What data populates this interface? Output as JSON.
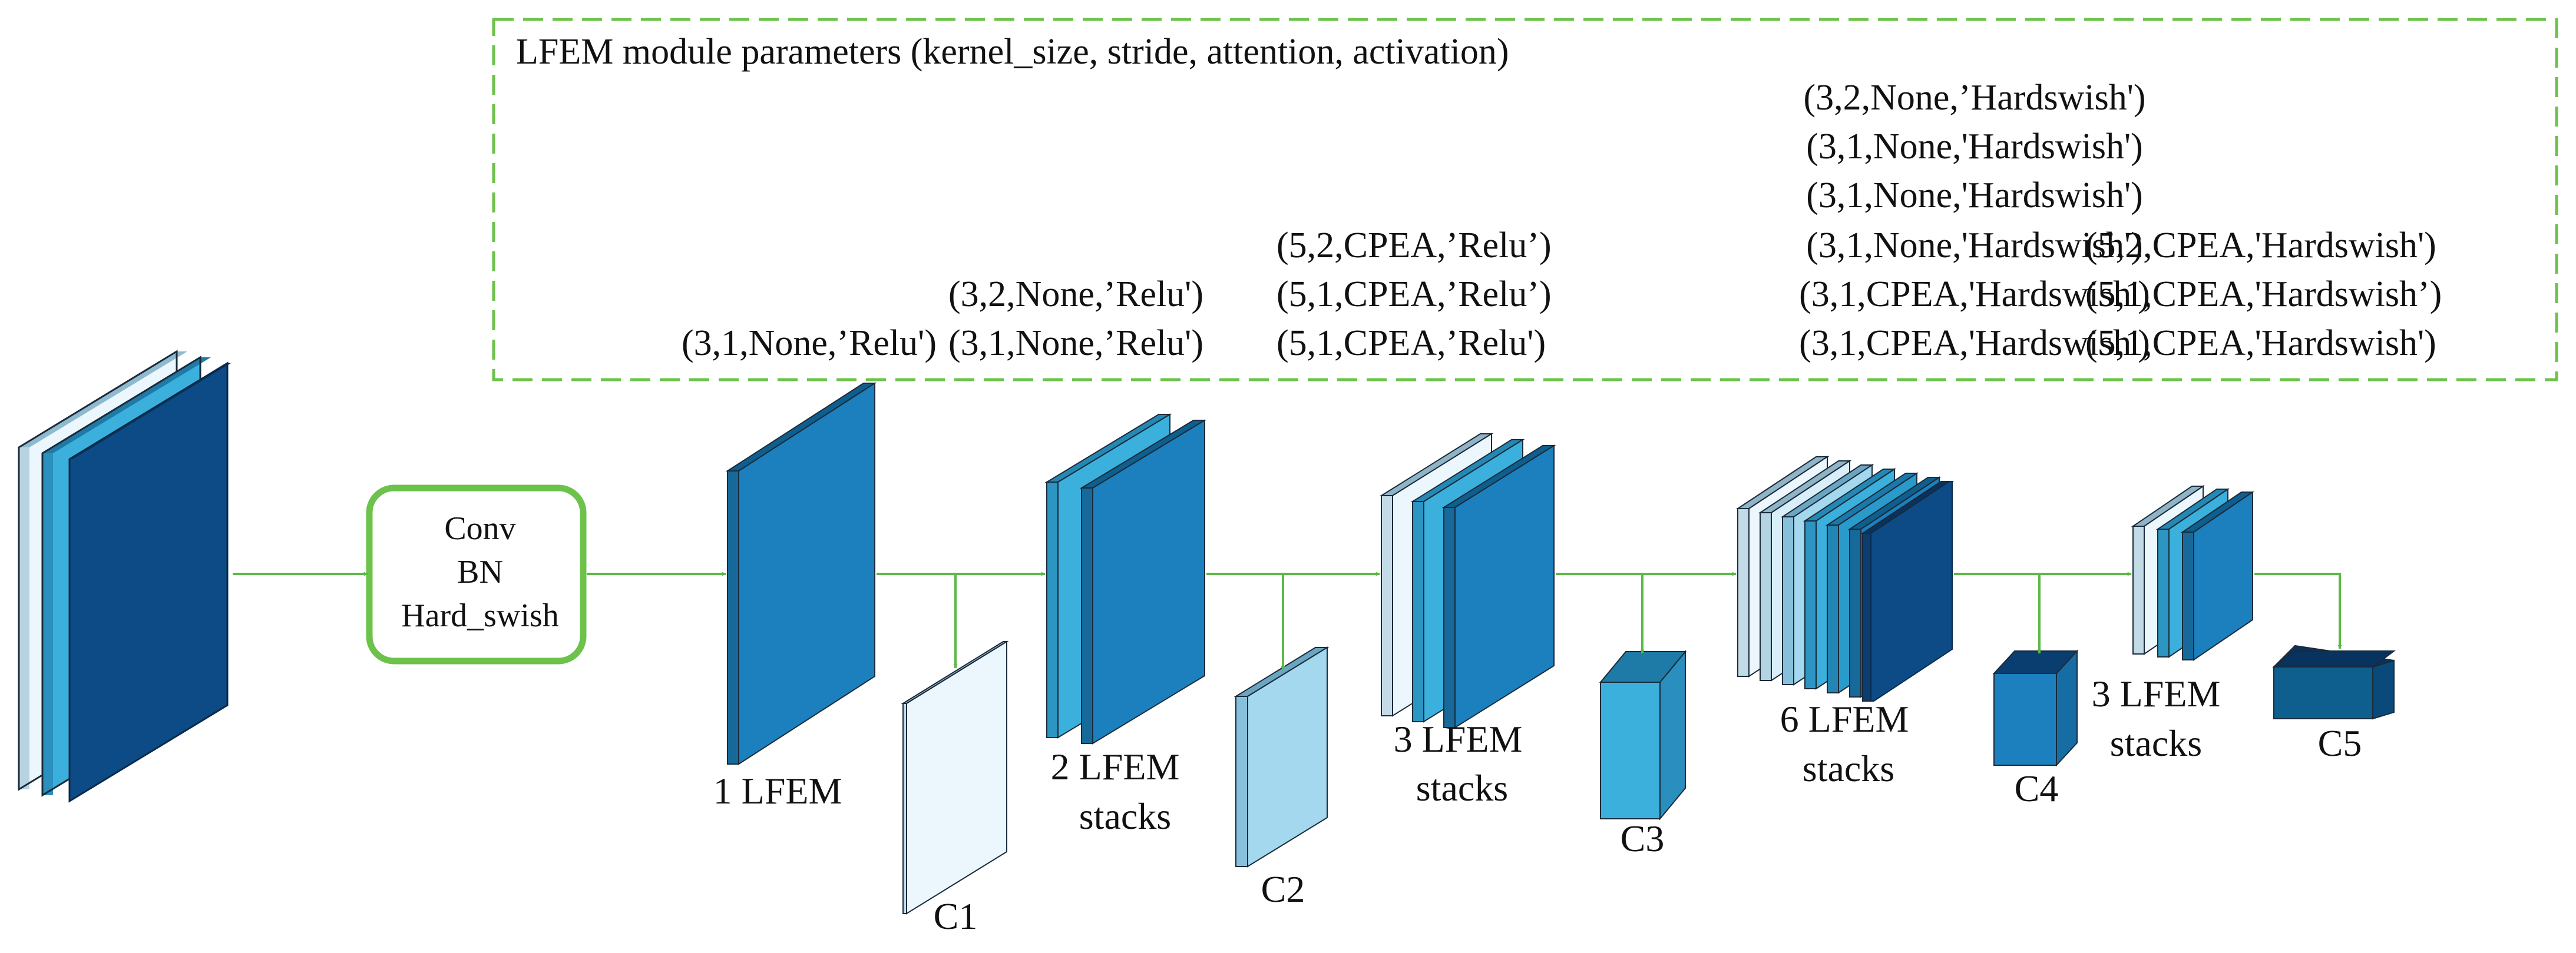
{
  "colors": {
    "navy": "#0d4b86",
    "blue": "#1b80bd",
    "mid": "#3bb0dd",
    "light": "#a4d8ee",
    "pale": "#ebf7fc",
    "arrow": "#5cb848",
    "frame": "#6cc24a"
  },
  "params_box": {
    "title": "LFEM module parameters (kernel_size, stride, attention, activation)",
    "col1": [
      "(3,1,None,’Relu')"
    ],
    "col2": [
      "(3,2,None,’Relu')",
      "(3,1,None,’Relu')"
    ],
    "col3": [
      "(5,2,CPEA,’Relu’)",
      "(5,1,CPEA,’Relu’)",
      "(5,1,CPEA,’Relu')"
    ],
    "col4": [
      "(3,2,None,’Hardswish')",
      "(3,1,None,'Hardswish')",
      "(3,1,None,'Hardswish')",
      "(3,1,None,'Hardswish')",
      "(3,1,CPEA,'Hardswish')",
      "(3,1,CPEA,'Hardswish')"
    ],
    "col5": [
      "(5,2,CPEA,'Hardswish')",
      "(5,1,CPEA,'Hardswish’)",
      "(5,1,CPEA,'Hardswish')"
    ]
  },
  "conv_block": [
    "Conv",
    "BN",
    "Hard_swish"
  ],
  "stage_labels": {
    "s1": [
      "1 LFEM"
    ],
    "s2": [
      "2 LFEM",
      "stacks"
    ],
    "s3": [
      "3 LFEM",
      "stacks"
    ],
    "s4": [
      "6 LFEM",
      "stacks"
    ],
    "s5": [
      "3 LFEM",
      "stacks"
    ]
  },
  "outputs": [
    "C1",
    "C2",
    "C3",
    "C4",
    "C5"
  ]
}
